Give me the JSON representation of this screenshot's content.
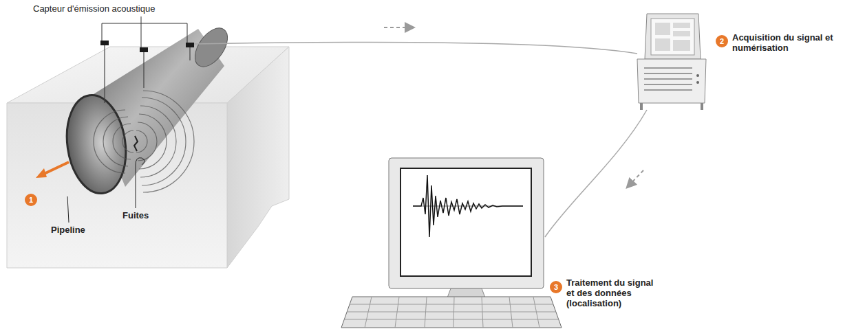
{
  "diagram": {
    "nodes": [
      {
        "text": [
          "1"
        ]
      },
      {
        "text": [
          "2"
        ]
      },
      {
        "text": [
          "3"
        ]
      }
    ],
    "labels": [
      "Capteur d'émission acoustique",
      "Fuites",
      "Pipeline",
      "Acquisition du signal et numérisation",
      "Traitement du signal et des données (localisation)"
    ]
  }
}
